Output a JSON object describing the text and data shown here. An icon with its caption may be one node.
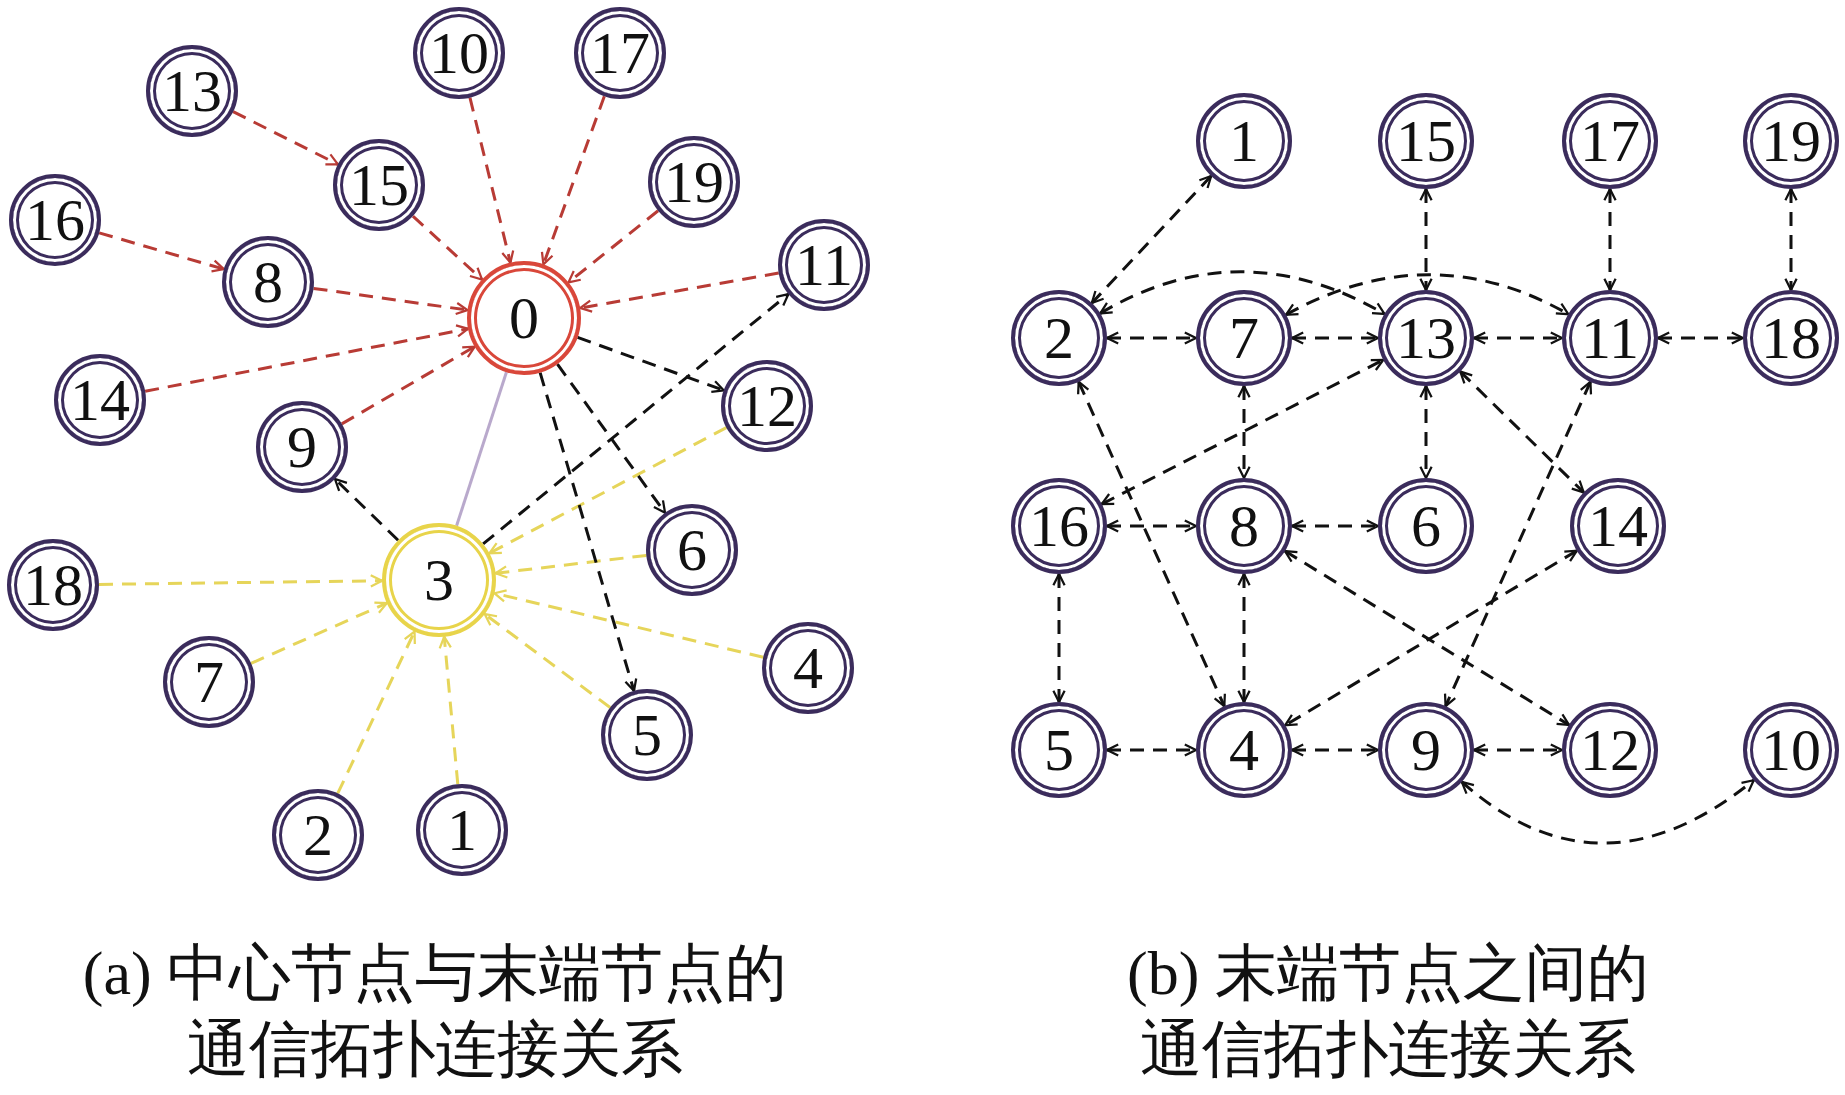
{
  "diagram": {
    "nodes": [
      {
        "text": [
          "0"
        ]
      },
      {
        "text": [
          "1"
        ]
      },
      {
        "text": [
          "2"
        ]
      },
      {
        "text": [
          "3"
        ]
      },
      {
        "text": [
          "4"
        ]
      },
      {
        "text": [
          "5"
        ]
      },
      {
        "text": [
          "6"
        ]
      },
      {
        "text": [
          "7"
        ]
      },
      {
        "text": [
          "8"
        ]
      },
      {
        "text": [
          "9"
        ]
      },
      {
        "text": [
          "10"
        ]
      },
      {
        "text": [
          "11"
        ]
      },
      {
        "text": [
          "12"
        ]
      },
      {
        "text": [
          "13"
        ]
      },
      {
        "text": [
          "14"
        ]
      },
      {
        "text": [
          "15"
        ]
      },
      {
        "text": [
          "16"
        ]
      },
      {
        "text": [
          "17"
        ]
      },
      {
        "text": [
          "18"
        ]
      },
      {
        "text": [
          "19"
        ]
      },
      {
        "text": [
          "1"
        ]
      },
      {
        "text": [
          "15"
        ]
      },
      {
        "text": [
          "17"
        ]
      },
      {
        "text": [
          "19"
        ]
      },
      {
        "text": [
          "2"
        ]
      },
      {
        "text": [
          "7"
        ]
      },
      {
        "text": [
          "13"
        ]
      },
      {
        "text": [
          "11"
        ]
      },
      {
        "text": [
          "18"
        ]
      },
      {
        "text": [
          "16"
        ]
      },
      {
        "text": [
          "8"
        ]
      },
      {
        "text": [
          "6"
        ]
      },
      {
        "text": [
          "14"
        ]
      },
      {
        "text": [
          "5"
        ]
      },
      {
        "text": [
          "4"
        ]
      },
      {
        "text": [
          "9"
        ]
      },
      {
        "text": [
          "12"
        ]
      },
      {
        "text": [
          "10"
        ]
      }
    ],
    "edges": [
      {
        "from": 13,
        "to": 15,
        "arrow": "to",
        "style": "dashed",
        "color": "#b83b35"
      },
      {
        "from": 15,
        "to": 0,
        "arrow": "to",
        "style": "dashed",
        "color": "#b83b35"
      },
      {
        "from": 10,
        "to": 0,
        "arrow": "to",
        "style": "dashed",
        "color": "#b83b35"
      },
      {
        "from": 17,
        "to": 0,
        "arrow": "to",
        "style": "dashed",
        "color": "#b83b35"
      },
      {
        "from": 19,
        "to": 0,
        "arrow": "to",
        "style": "dashed",
        "color": "#b83b35"
      },
      {
        "from": 11,
        "to": 0,
        "arrow": "to",
        "style": "dashed",
        "color": "#b83b35"
      },
      {
        "from": 16,
        "to": 8,
        "arrow": "to",
        "style": "dashed",
        "color": "#b83b35"
      },
      {
        "from": 8,
        "to": 0,
        "arrow": "to",
        "style": "dashed",
        "color": "#b83b35"
      },
      {
        "from": 14,
        "to": 0,
        "arrow": "to",
        "style": "dashed",
        "color": "#b83b35"
      },
      {
        "from": 9,
        "to": 0,
        "arrow": "to",
        "style": "dashed",
        "color": "#b83b35"
      },
      {
        "from": 0,
        "to": 3,
        "arrow": "none",
        "color": "#b9a9cc"
      },
      {
        "from": 18,
        "to": 3,
        "arrow": "to",
        "style": "dashed",
        "color": "#e6d55a"
      },
      {
        "from": 7,
        "to": 3,
        "arrow": "to",
        "style": "dashed",
        "color": "#e6d55a"
      },
      {
        "from": 2,
        "to": 3,
        "arrow": "to",
        "style": "dashed",
        "color": "#e6d55a"
      },
      {
        "from": 1,
        "to": 3,
        "arrow": "to",
        "style": "dashed",
        "color": "#e6d55a"
      },
      {
        "from": 5,
        "to": 3,
        "arrow": "to",
        "style": "dashed",
        "color": "#e6d55a"
      },
      {
        "from": 4,
        "to": 3,
        "arrow": "to",
        "style": "dashed",
        "color": "#e6d55a"
      },
      {
        "from": 6,
        "to": 3,
        "arrow": "to",
        "style": "dashed",
        "color": "#e6d55a"
      },
      {
        "from": 12,
        "to": 3,
        "arrow": "to",
        "style": "dashed",
        "color": "#e6d55a"
      },
      {
        "from": 3,
        "to": 9,
        "arrow": "to",
        "style": "dashed"
      },
      {
        "from": 3,
        "to": 11,
        "arrow": "to",
        "style": "dashed"
      },
      {
        "from": 0,
        "to": 12,
        "arrow": "to",
        "style": "dashed"
      },
      {
        "from": 0,
        "to": 6,
        "arrow": "to",
        "style": "dashed"
      },
      {
        "from": 0,
        "to": 5,
        "arrow": "to",
        "style": "dashed"
      },
      {
        "from": 20,
        "to": 24,
        "arrow": "both",
        "style": "dashed"
      },
      {
        "from": 24,
        "to": 26,
        "arrow": "both",
        "style": "dashed"
      },
      {
        "from": 25,
        "to": 27,
        "arrow": "both",
        "style": "dashed"
      },
      {
        "from": 24,
        "to": 25,
        "arrow": "both",
        "style": "dashed"
      },
      {
        "from": 25,
        "to": 26,
        "arrow": "both",
        "style": "dashed"
      },
      {
        "from": 26,
        "to": 27,
        "arrow": "both",
        "style": "dashed"
      },
      {
        "from": 27,
        "to": 28,
        "arrow": "both",
        "style": "dashed"
      },
      {
        "from": 21,
        "to": 26,
        "arrow": "both",
        "style": "dashed"
      },
      {
        "from": 22,
        "to": 27,
        "arrow": "both",
        "style": "dashed"
      },
      {
        "from": 23,
        "to": 28,
        "arrow": "both",
        "style": "dashed"
      },
      {
        "from": 24,
        "to": 34,
        "arrow": "both",
        "style": "dashed"
      },
      {
        "from": 25,
        "to": 30,
        "arrow": "both",
        "style": "dashed"
      },
      {
        "from": 26,
        "to": 31,
        "arrow": "both",
        "style": "dashed"
      },
      {
        "from": 26,
        "to": 32,
        "arrow": "both",
        "style": "dashed"
      },
      {
        "from": 29,
        "to": 26,
        "arrow": "both",
        "style": "dashed"
      },
      {
        "from": 27,
        "to": 35,
        "arrow": "both",
        "style": "dashed"
      },
      {
        "from": 29,
        "to": 30,
        "arrow": "both",
        "style": "dashed"
      },
      {
        "from": 30,
        "to": 31,
        "arrow": "both",
        "style": "dashed"
      },
      {
        "from": 29,
        "to": 33,
        "arrow": "both",
        "style": "dashed"
      },
      {
        "from": 30,
        "to": 34,
        "arrow": "both",
        "style": "dashed"
      },
      {
        "from": 30,
        "to": 36,
        "arrow": "both",
        "style": "dashed"
      },
      {
        "from": 32,
        "to": 34,
        "arrow": "both",
        "style": "dashed"
      },
      {
        "from": 33,
        "to": 34,
        "arrow": "both",
        "style": "dashed"
      },
      {
        "from": 34,
        "to": 35,
        "arrow": "both",
        "style": "dashed"
      },
      {
        "from": 35,
        "to": 36,
        "arrow": "both",
        "style": "dashed"
      },
      {
        "from": 35,
        "to": 37,
        "arrow": "both",
        "style": "dashed"
      }
    ],
    "labels": [
      "(a) 中心节点与末端节点的通信拓扑连接关系",
      "(b) 末端节点之间的通信拓扑连接关系"
    ]
  }
}
